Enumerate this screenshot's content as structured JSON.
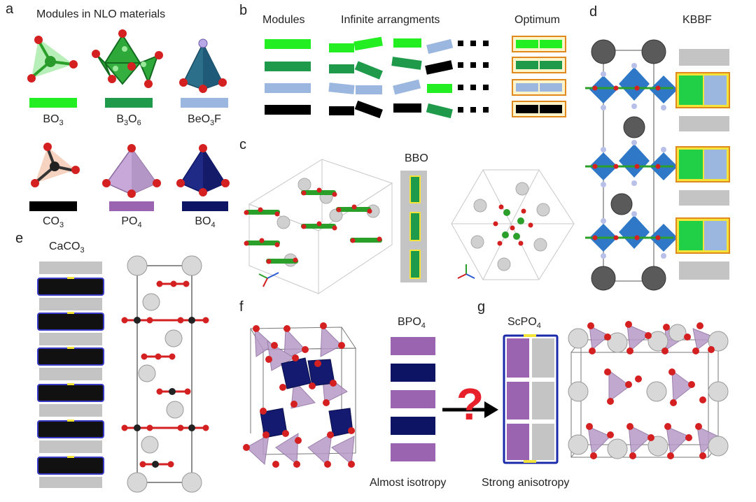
{
  "panels": {
    "a": {
      "letter": "a",
      "title": "Modules in NLO materials",
      "modules": [
        {
          "label": "BO",
          "sub": "3",
          "tail": "",
          "color": "#22ee22"
        },
        {
          "label": "B",
          "sub": "3",
          "tail": "O",
          "sub2": "6",
          "color": "#1f9a4a"
        },
        {
          "label": "BeO",
          "sub": "3",
          "tail": "F",
          "color": "#9bb7e0"
        },
        {
          "label": "CO",
          "sub": "3",
          "tail": "",
          "color": "#000000"
        },
        {
          "label": "PO",
          "sub": "4",
          "tail": "",
          "color": "#9a64b0"
        },
        {
          "label": "BO",
          "sub": "4",
          "tail": "",
          "color": "#0d1464"
        }
      ]
    },
    "b": {
      "letter": "b",
      "col_modules": "Modules",
      "col_arrangements": "Infinite arrangments",
      "col_optimum": "Optimum",
      "colors": [
        "#22ee22",
        "#1f9a4a",
        "#9bb7e0",
        "#000000"
      ]
    },
    "c": {
      "letter": "c",
      "label": "BBO"
    },
    "d": {
      "letter": "d",
      "label": "KBBF"
    },
    "e": {
      "letter": "e",
      "label_main": "CaCO",
      "label_sub": "3"
    },
    "f": {
      "letter": "f",
      "label_main": "BPO",
      "label_sub": "4",
      "caption": "Almost isotropy"
    },
    "g": {
      "letter": "g",
      "label_main": "ScPO",
      "label_sub": "4",
      "caption": "Strong anisotropy"
    }
  },
  "colors": {
    "green": "#22ee22",
    "dark_green": "#1f9a4a",
    "light_blue": "#9bb7e0",
    "black": "#000000",
    "purple": "#9a64b0",
    "navy": "#0d1464",
    "gray_bar": "#c4c4c4",
    "oxygen": "#d42020",
    "cation": "#c8c8c8",
    "orange_border": "#e08a1e",
    "yellow_glow": "#f4e43a",
    "question_mark": "#e8202a"
  }
}
